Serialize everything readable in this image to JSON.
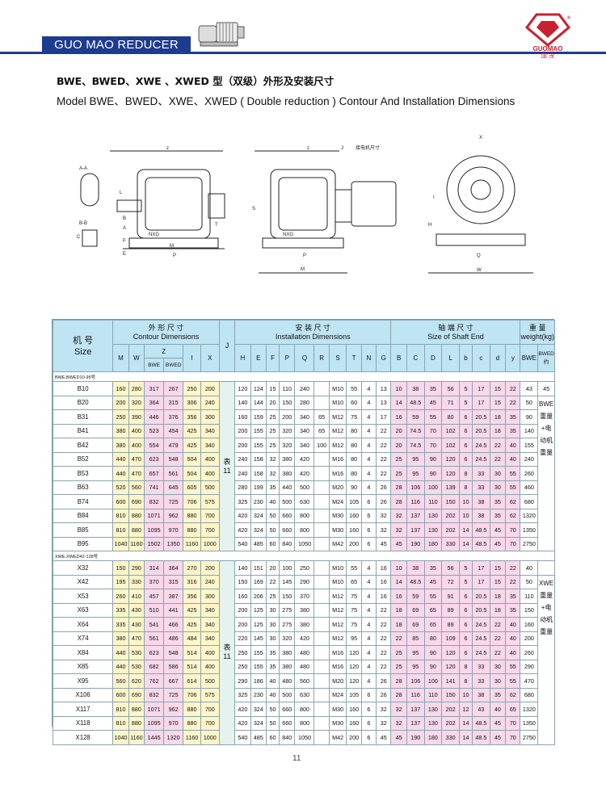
{
  "brand": {
    "bar_label": "GUO MAO REDUCER",
    "logo_text": "GUOMAO",
    "logo_cn": "国 茂",
    "logo_mark": "®"
  },
  "titles": {
    "cn": "BWE、BWED、XWE 、XWED 型（双级）外形及安装尺寸",
    "en": "Model BWE、BWED、XWE、XWED ( Double reduction ) Contour And Installation Dimensions"
  },
  "drawing_labels": {
    "z": "z",
    "j": "J",
    "motor_note": "接电机尺寸",
    "x": "X",
    "aa": "A-A",
    "bb": "B-B",
    "nxg": "NXG",
    "m": "M",
    "p": "P",
    "t": "T",
    "l": "L",
    "s": "S",
    "f": "F",
    "e": "E",
    "a": "A",
    "b": "B",
    "c": "C",
    "q": "Q",
    "w": "W",
    "h": "H",
    "i": "I"
  },
  "table": {
    "head": {
      "size_cn": "机 号",
      "size_en": "Size",
      "contour_cn": "外 形 尺 寸",
      "contour_en": "Contour Dimensions",
      "install_cn": "安 装 尺 寸",
      "install_en": "Installation Dimensions",
      "shaft_cn": "轴 端 尺 寸",
      "shaft_en": "Size of Shaft End",
      "weight_cn": "重 量",
      "weight_en": "weight(kg)",
      "M": "M",
      "W": "W",
      "Z": "Z",
      "I": "I",
      "X": "X",
      "J": "J",
      "H": "H",
      "E": "E",
      "F": "F",
      "P": "P",
      "Q": "Q",
      "R": "R",
      "S": "S",
      "T": "T",
      "N": "N",
      "G": "G",
      "B": "B",
      "C": "C",
      "D": "D",
      "L": "L",
      "b": "b",
      "c": "c",
      "d": "d",
      "y": "y",
      "bwe": "BWE",
      "bwed": "BWED",
      "weight_bwe": "BWE",
      "weight_bwed": "BWED约"
    },
    "sections": [
      {
        "label": "BWE.BWED10-95号",
        "ref_cn": "表",
        "ref_num": "11",
        "weight_note": "BWE重量+电动机重量",
        "rows": [
          [
            "B10",
            "160",
            "280",
            "317",
            "267",
            "250",
            "200",
            "120",
            "124",
            "15",
            "110",
            "240",
            "",
            "M10",
            "55",
            "4",
            "13",
            "10",
            "38",
            "35",
            "56",
            "5",
            "17",
            "15",
            "22",
            "43",
            "45"
          ],
          [
            "B20",
            "200",
            "320",
            "364",
            "315",
            "306",
            "240",
            "140",
            "144",
            "20",
            "150",
            "280",
            "",
            "M10",
            "60",
            "4",
            "13",
            "14",
            "48.5",
            "45",
            "71",
            "5",
            "17",
            "15",
            "22",
            "50",
            ""
          ],
          [
            "B31",
            "250",
            "390",
            "446",
            "376",
            "356",
            "300",
            "160",
            "159",
            "25",
            "200",
            "340",
            "65",
            "M12",
            "75",
            "4",
            "17",
            "16",
            "59",
            "55",
            "80",
            "6",
            "20.5",
            "18",
            "35",
            "90",
            ""
          ],
          [
            "B41",
            "380",
            "400",
            "523",
            "454",
            "425",
            "340",
            "200",
            "155",
            "25",
            "320",
            "340",
            "65",
            "M12",
            "80",
            "4",
            "22",
            "20",
            "74.5",
            "70",
            "102",
            "6",
            "20.5",
            "18",
            "35",
            "140",
            ""
          ],
          [
            "B42",
            "380",
            "400",
            "554",
            "479",
            "425",
            "340",
            "200",
            "155",
            "25",
            "320",
            "340",
            "100",
            "M12",
            "80",
            "4",
            "22",
            "20",
            "74.5",
            "70",
            "102",
            "6",
            "24.5",
            "22",
            "40",
            "155",
            ""
          ],
          [
            "B52",
            "440",
            "470",
            "623",
            "548",
            "504",
            "400",
            "240",
            "158",
            "32",
            "380",
            "420",
            "",
            "M16",
            "80",
            "4",
            "22",
            "25",
            "95",
            "90",
            "120",
            "6",
            "24.5",
            "22",
            "40",
            "240",
            ""
          ],
          [
            "B53",
            "440",
            "470",
            "657",
            "561",
            "504",
            "400",
            "240",
            "158",
            "32",
            "380",
            "420",
            "",
            "M16",
            "80",
            "4",
            "22",
            "25",
            "95",
            "90",
            "120",
            "8",
            "33",
            "30",
            "55",
            "260",
            ""
          ],
          [
            "B63",
            "520",
            "560",
            "741",
            "645",
            "605",
            "500",
            "280",
            "199",
            "35",
            "440",
            "500",
            "",
            "M20",
            "90",
            "4",
            "26",
            "28",
            "106",
            "100",
            "139",
            "8",
            "33",
            "30",
            "55",
            "460",
            ""
          ],
          [
            "B74",
            "600",
            "690",
            "832",
            "725",
            "706",
            "575",
            "325",
            "230",
            "40",
            "500",
            "630",
            "",
            "M24",
            "105",
            "6",
            "26",
            "28",
            "116",
            "110",
            "150",
            "10",
            "38",
            "35",
            "62",
            "680",
            ""
          ],
          [
            "B84",
            "810",
            "880",
            "1071",
            "962",
            "880",
            "700",
            "420",
            "324",
            "50",
            "660",
            "800",
            "",
            "M30",
            "160",
            "6",
            "32",
            "32",
            "137",
            "130",
            "202",
            "10",
            "38",
            "35",
            "62",
            "1320",
            ""
          ],
          [
            "B85",
            "810",
            "880",
            "1095",
            "970",
            "880",
            "700",
            "420",
            "324",
            "50",
            "660",
            "800",
            "",
            "M30",
            "160",
            "6",
            "32",
            "32",
            "137",
            "130",
            "202",
            "14",
            "48.5",
            "45",
            "70",
            "1350",
            ""
          ],
          [
            "B95",
            "1040",
            "1160",
            "1502",
            "1350",
            "1160",
            "1000",
            "540",
            "485",
            "60",
            "840",
            "1050",
            "",
            "M42",
            "200",
            "6",
            "45",
            "45",
            "190",
            "180",
            "330",
            "14",
            "48.5",
            "45",
            "70",
            "2750",
            ""
          ]
        ]
      },
      {
        "label": "XWE.XWED42-128号",
        "ref_cn": "表",
        "ref_num": "11",
        "weight_note": "XWE重量+电动机重量",
        "rows": [
          [
            "X32",
            "150",
            "290",
            "314",
            "364",
            "270",
            "200",
            "140",
            "151",
            "20",
            "100",
            "250",
            "",
            "M10",
            "55",
            "4",
            "16",
            "10",
            "38",
            "35",
            "56",
            "5",
            "17",
            "15",
            "22",
            "40",
            ""
          ],
          [
            "X42",
            "195",
            "330",
            "370",
            "315",
            "316",
            "240",
            "150",
            "169",
            "22",
            "145",
            "290",
            "",
            "M10",
            "65",
            "4",
            "16",
            "14",
            "48.5",
            "45",
            "72",
            "5",
            "17",
            "15",
            "22",
            "50",
            ""
          ],
          [
            "X53",
            "260",
            "410",
            "457",
            "387",
            "356",
            "300",
            "160",
            "206",
            "25",
            "150",
            "370",
            "",
            "M12",
            "75",
            "4",
            "16",
            "16",
            "59",
            "55",
            "91",
            "6",
            "20.5",
            "18",
            "35",
            "110",
            ""
          ],
          [
            "X63",
            "335",
            "430",
            "510",
            "441",
            "425",
            "340",
            "200",
            "125",
            "30",
            "275",
            "380",
            "",
            "M12",
            "75",
            "4",
            "22",
            "18",
            "69",
            "65",
            "89",
            "6",
            "20.5",
            "18",
            "35",
            "150",
            ""
          ],
          [
            "X64",
            "335",
            "430",
            "541",
            "466",
            "425",
            "340",
            "200",
            "125",
            "30",
            "275",
            "380",
            "",
            "M12",
            "75",
            "4",
            "22",
            "18",
            "69",
            "65",
            "89",
            "6",
            "24.5",
            "22",
            "40",
            "160",
            ""
          ],
          [
            "X74",
            "380",
            "470",
            "561",
            "486",
            "484",
            "340",
            "220",
            "145",
            "30",
            "320",
            "420",
            "",
            "M12",
            "95",
            "4",
            "22",
            "22",
            "85",
            "80",
            "109",
            "6",
            "24.5",
            "22",
            "40",
            "200",
            ""
          ],
          [
            "X84",
            "440",
            "530",
            "623",
            "548",
            "514",
            "400",
            "250",
            "155",
            "35",
            "380",
            "480",
            "",
            "M16",
            "120",
            "4",
            "22",
            "25",
            "95",
            "90",
            "120",
            "6",
            "24.5",
            "22",
            "40",
            "260",
            ""
          ],
          [
            "X85",
            "440",
            "530",
            "682",
            "586",
            "514",
            "400",
            "250",
            "155",
            "35",
            "380",
            "480",
            "",
            "M16",
            "120",
            "4",
            "22",
            "25",
            "95",
            "90",
            "120",
            "8",
            "33",
            "30",
            "55",
            "290",
            ""
          ],
          [
            "X95",
            "560",
            "620",
            "762",
            "667",
            "614",
            "500",
            "290",
            "186",
            "40",
            "480",
            "560",
            "",
            "M20",
            "120",
            "4",
            "26",
            "28",
            "106",
            "100",
            "141",
            "8",
            "33",
            "30",
            "55",
            "470",
            ""
          ],
          [
            "X106",
            "600",
            "690",
            "832",
            "725",
            "706",
            "575",
            "325",
            "230",
            "40",
            "500",
            "630",
            "",
            "M24",
            "105",
            "6",
            "26",
            "28",
            "116",
            "110",
            "150",
            "10",
            "38",
            "35",
            "62",
            "680",
            ""
          ],
          [
            "X117",
            "810",
            "880",
            "1071",
            "962",
            "880",
            "700",
            "420",
            "324",
            "50",
            "660",
            "800",
            "",
            "M30",
            "160",
            "6",
            "32",
            "32",
            "137",
            "130",
            "202",
            "12",
            "43",
            "40",
            "65",
            "1320",
            ""
          ],
          [
            "X118",
            "810",
            "880",
            "1095",
            "970",
            "880",
            "700",
            "420",
            "324",
            "50",
            "660",
            "800",
            "",
            "M30",
            "160",
            "6",
            "32",
            "32",
            "137",
            "130",
            "202",
            "14",
            "48.5",
            "45",
            "70",
            "1350",
            ""
          ],
          [
            "X128",
            "1040",
            "1160",
            "1445",
            "1320",
            "1160",
            "1000",
            "540",
            "485",
            "60",
            "840",
            "1050",
            "",
            "M42",
            "200",
            "6",
            "45",
            "45",
            "190",
            "180",
            "330",
            "14",
            "48.5",
            "45",
            "70",
            "2750",
            ""
          ]
        ]
      }
    ]
  },
  "footer": {
    "page": "11"
  }
}
